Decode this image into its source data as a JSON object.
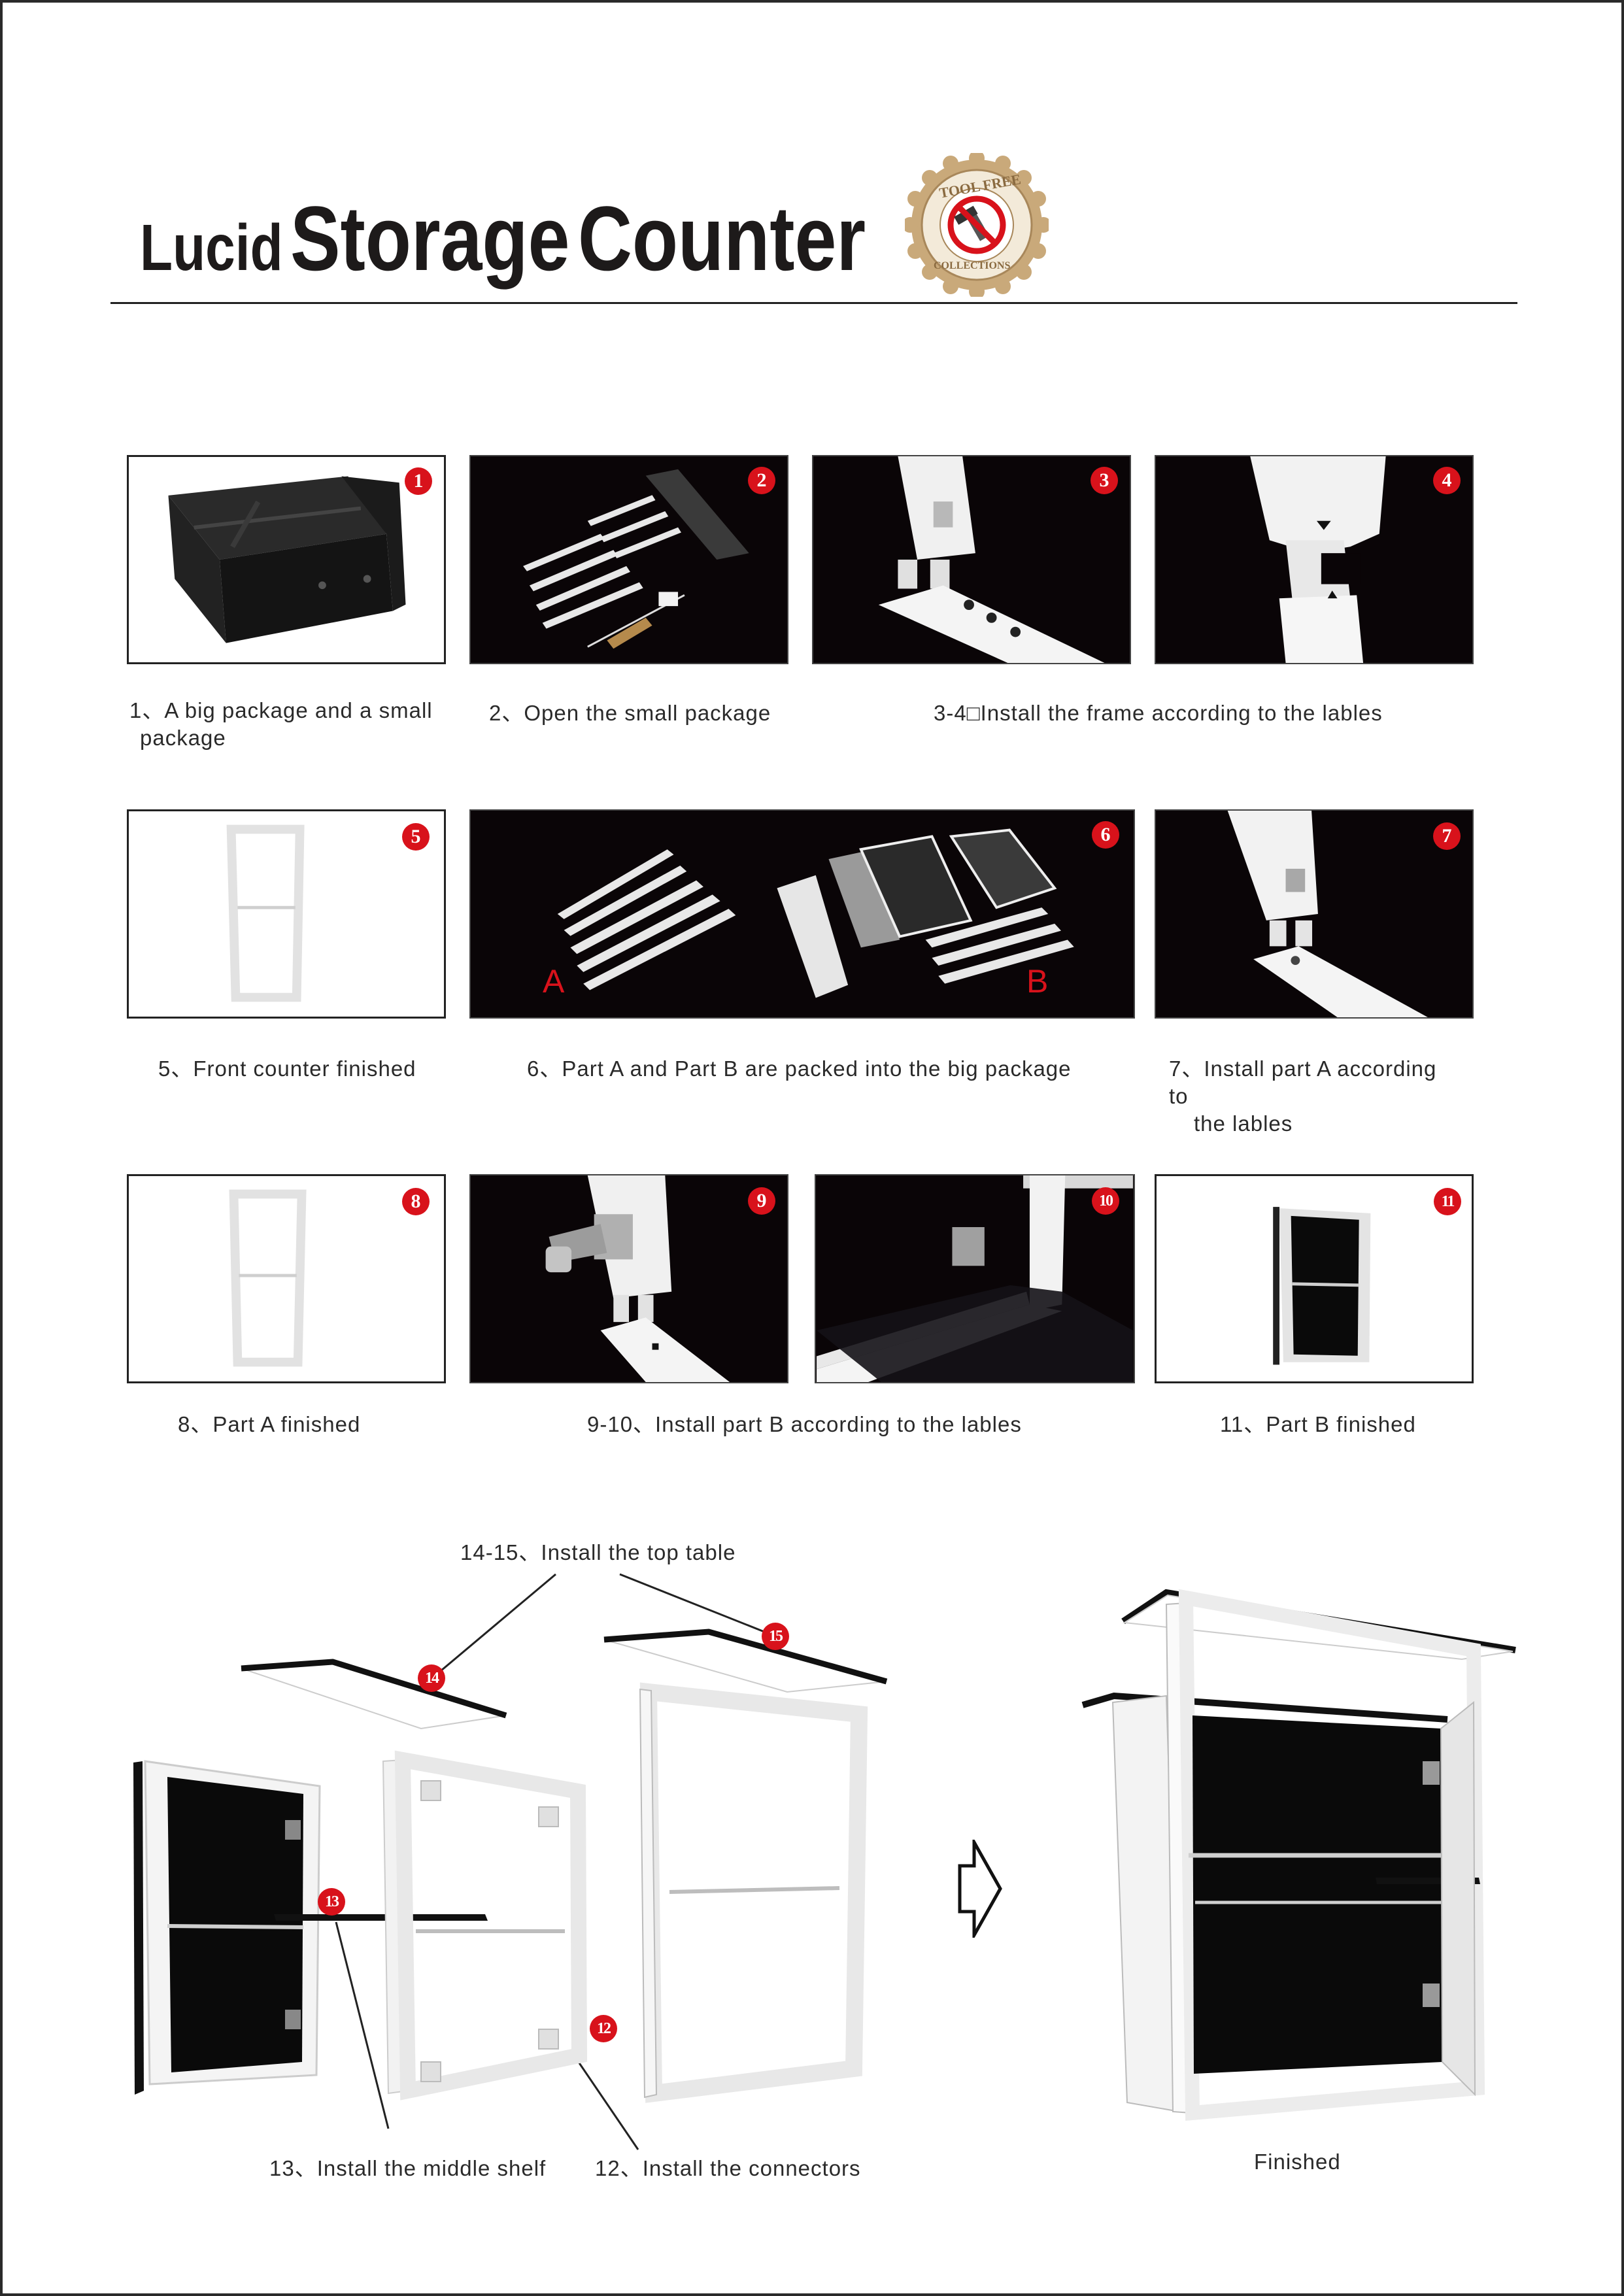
{
  "header": {
    "title_word1": "Lucid",
    "title_word2": "Storage",
    "title_word3": "Counter",
    "seal_text_top": "TOOL FREE",
    "seal_text_bottom": "COLLECTIONS"
  },
  "steps": [
    {
      "badge": "1",
      "caption_line1": "1、A big package and a small",
      "caption_line2": "package"
    },
    {
      "badge": "2",
      "caption_line1": "2、Open the small package"
    },
    {
      "badge": "3"
    },
    {
      "badge": "4",
      "caption_line1": "3-4□Install the frame according to the lables"
    },
    {
      "badge": "5",
      "caption_line1": "5、Front counter finished"
    },
    {
      "badge": "6",
      "caption_line1": "6、Part A and Part B are packed into the big package",
      "label_a": "A",
      "label_b": "B"
    },
    {
      "badge": "7",
      "caption_line1": "7、Install part A according to",
      "caption_line2": "the lables"
    },
    {
      "badge": "8",
      "caption_line1": "8、Part A finished"
    },
    {
      "badge": "9"
    },
    {
      "badge": "10",
      "caption_line1": "9-10、Install part B according to the lables"
    },
    {
      "badge": "11",
      "caption_line1": "11、Part B finished"
    }
  ],
  "assembly": {
    "badge12": "12",
    "badge13": "13",
    "badge14": "14",
    "badge15": "15",
    "caption_top_table": "14-15、Install the top table",
    "caption_middle_shelf": "13、Install the middle shelf",
    "caption_connectors": "12、Install the connectors",
    "caption_finished": "Finished"
  },
  "colors": {
    "badge_red": "#d8121b",
    "panel_dark": "#0a0507",
    "title_text": "#1d1a1a",
    "seal_gold": "#c9a97a"
  }
}
